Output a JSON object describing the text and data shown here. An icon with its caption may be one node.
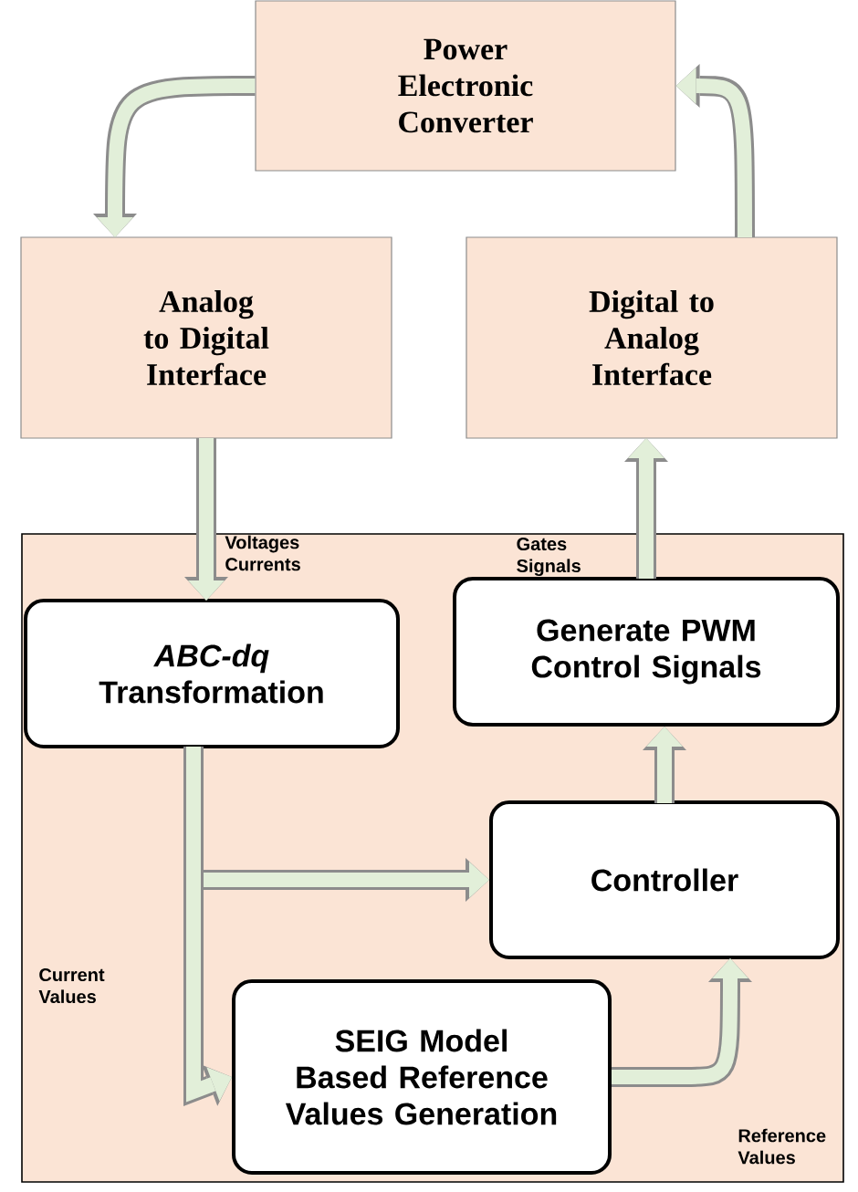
{
  "diagram": {
    "nodes": [
      {
        "text": [
          "Power Electronic Converter"
        ]
      },
      {
        "text": [
          "Analog to Digital Interface"
        ]
      },
      {
        "text": [
          "Digital to Analog Interface"
        ]
      },
      {
        "text": [],
        "shape": "box"
      },
      {
        "text": [
          "*ABC-dq* Transformation"
        ],
        "in": 3
      },
      {
        "text": [
          "Generate PWM Control Signals"
        ],
        "in": 3
      },
      {
        "text": [
          "Controller"
        ],
        "in": 3
      },
      {
        "text": [
          "SEIG Model Based Reference Values Generation"
        ],
        "in": 3
      }
    ],
    "edges": [
      {
        "from": 0,
        "to": 1,
        "arrow": "to"
      },
      {
        "from": 2,
        "to": 0,
        "arrow": "to"
      },
      {
        "from": 1,
        "to": 4,
        "arrow": "to",
        "label": "Voltages Currents"
      },
      {
        "from": 5,
        "to": 2,
        "arrow": "to",
        "label": "Gates Signals"
      },
      {
        "from": 4,
        "to": 6,
        "arrow": "to"
      },
      {
        "from": 4,
        "to": 7,
        "arrow": "to",
        "label": "Current Values"
      },
      {
        "from": 7,
        "to": 6,
        "arrow": "to",
        "label": "Reference Values"
      },
      {
        "from": 6,
        "to": 5,
        "arrow": "to"
      }
    ]
  }
}
